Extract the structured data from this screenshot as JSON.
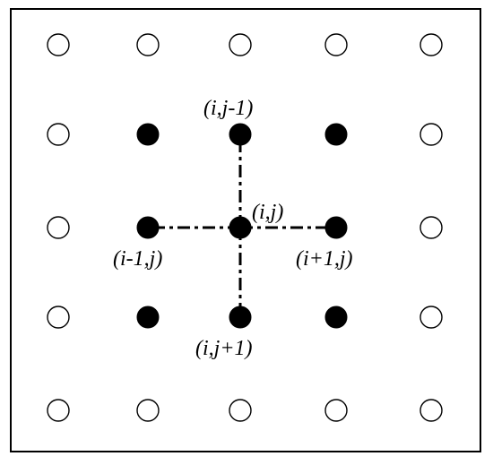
{
  "diagram": {
    "colors": {
      "ink": "#000000",
      "paper": "#ffffff"
    },
    "grid": {
      "rows": 5,
      "cols": 5,
      "filled": [
        [
          1,
          1
        ],
        [
          1,
          2
        ],
        [
          1,
          3
        ],
        [
          2,
          1
        ],
        [
          2,
          2
        ],
        [
          2,
          3
        ],
        [
          3,
          1
        ],
        [
          3,
          2
        ],
        [
          3,
          3
        ]
      ]
    },
    "center": [
      2,
      2
    ],
    "neighbors": [
      [
        1,
        2
      ],
      [
        3,
        2
      ],
      [
        2,
        1
      ],
      [
        2,
        3
      ]
    ],
    "labels": {
      "center": "(i,j)",
      "top": "(i,j-1)",
      "bottom": "(i,j+1)",
      "left": "(i-1,j)",
      "right": "(i+1,j)"
    }
  }
}
